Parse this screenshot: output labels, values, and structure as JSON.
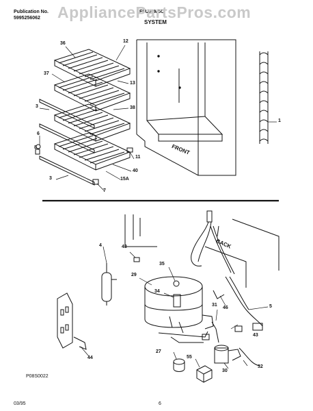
{
  "header": {
    "publication_label": "Publication No.",
    "publication_number": "5995256062",
    "model": "FFU09M5C",
    "section": "SYSTEM"
  },
  "watermark": "AppliancePartsPros.com",
  "labels": {
    "front": "FRONT",
    "back": "BACK"
  },
  "callouts": {
    "c36": "36",
    "c12": "12",
    "c37": "37",
    "c13": "13",
    "c38": "38",
    "c3a": "3",
    "c6": "6",
    "c8": "8",
    "c11": "11",
    "c40": "40",
    "c15a": "15A",
    "c3b": "3",
    "c7": "7",
    "c1": "1",
    "c4": "4",
    "c43a": "43",
    "c35": "35",
    "c29": "29",
    "c34": "34",
    "c46": "46",
    "c5": "5",
    "c31": "31",
    "c43b": "43",
    "c44": "44",
    "c27": "27",
    "c55": "55",
    "c30": "30",
    "c32": "32"
  },
  "footer": {
    "figure_code": "P08S0022",
    "date": "03/95",
    "page": "6"
  }
}
